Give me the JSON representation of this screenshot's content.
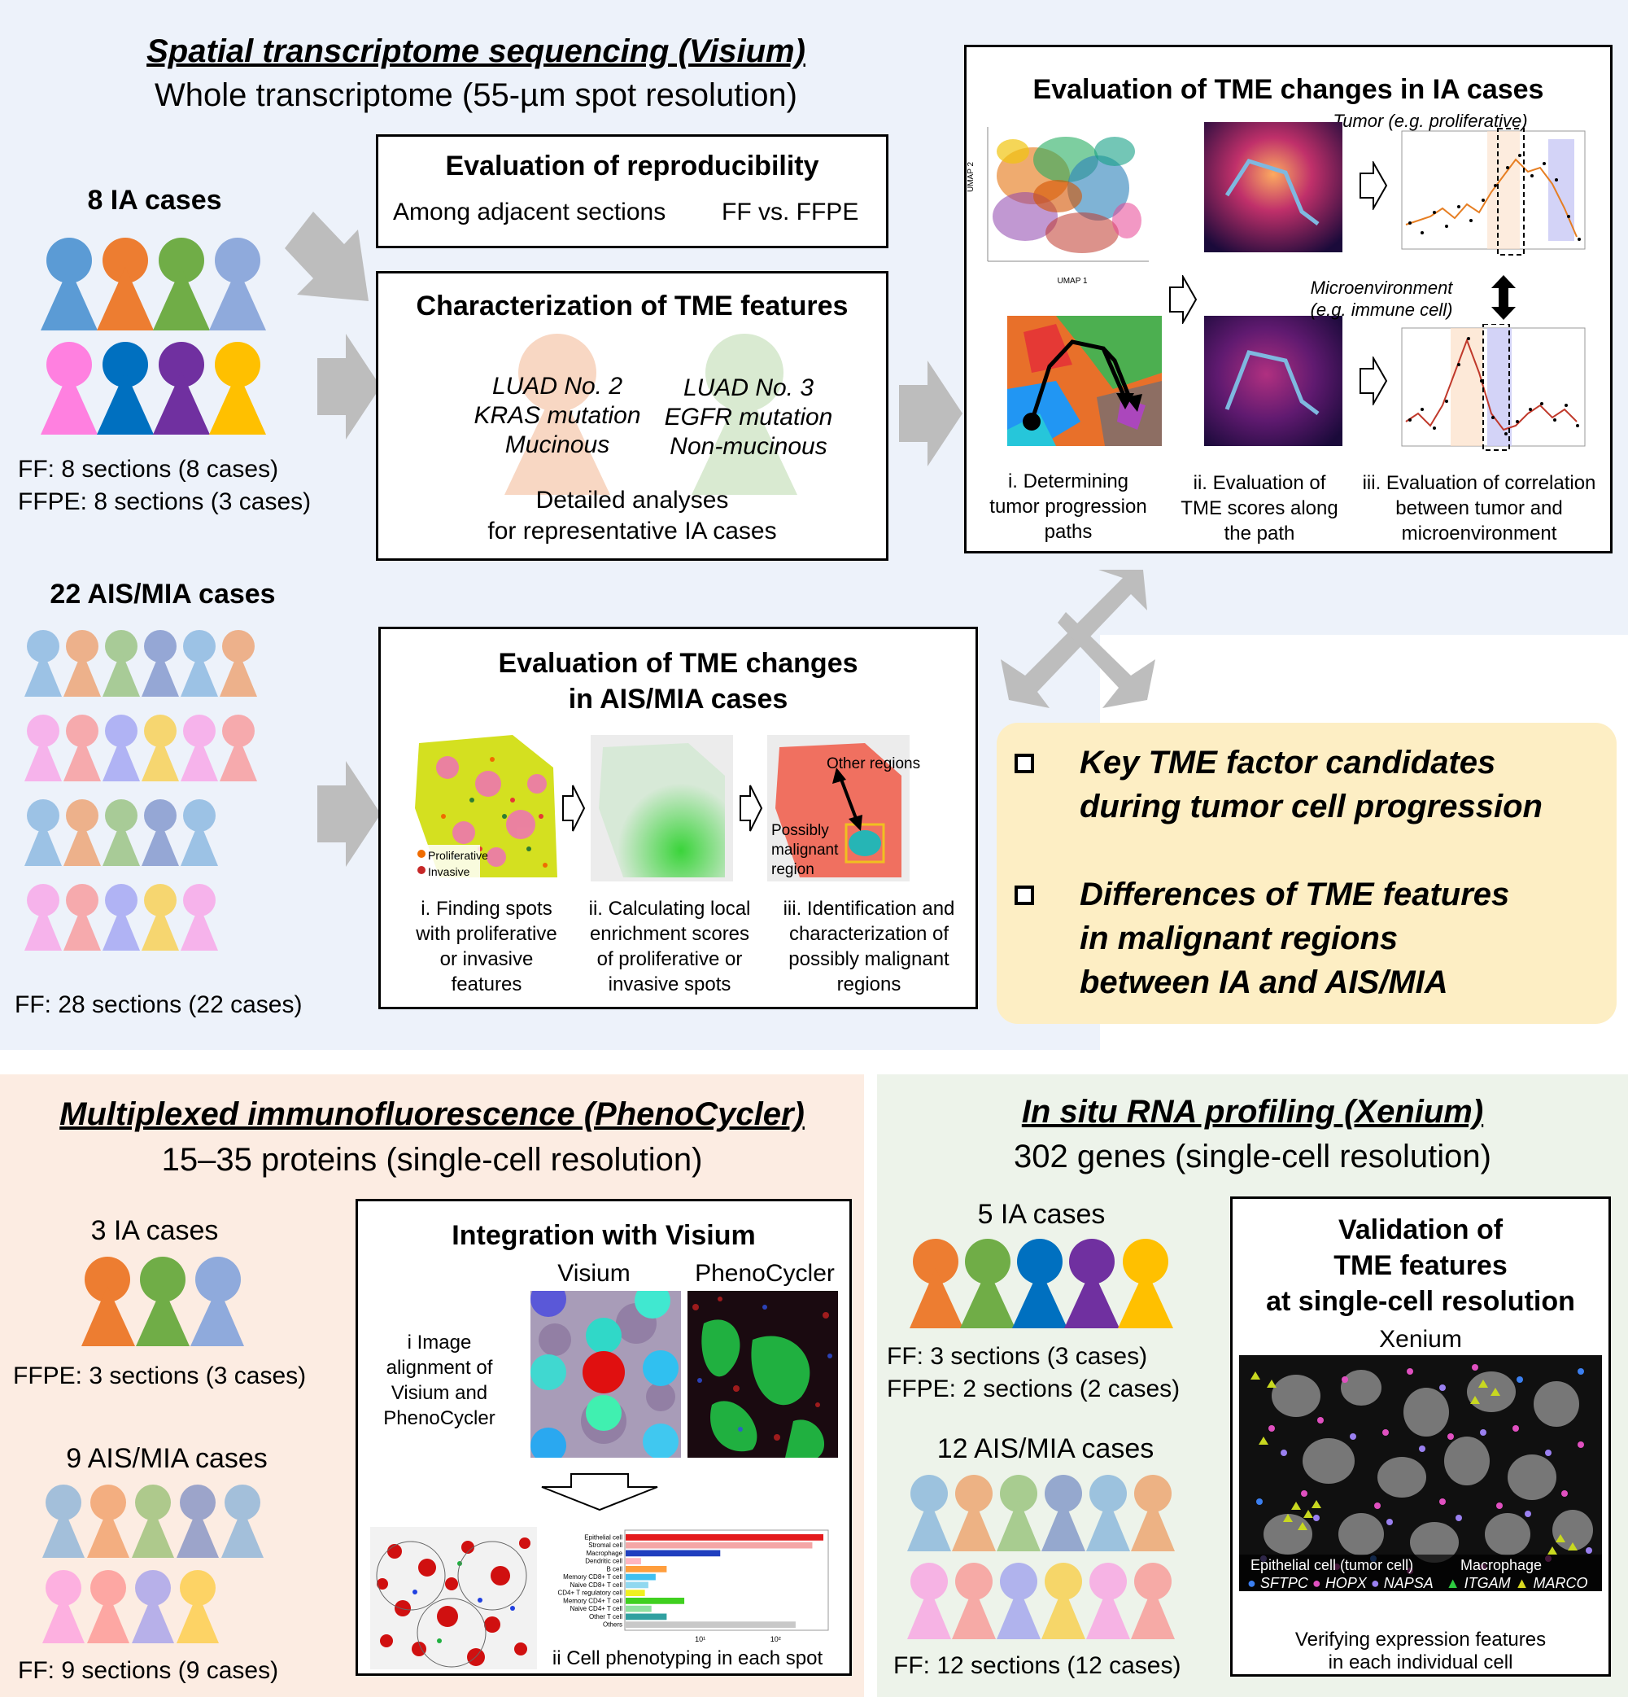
{
  "visium": {
    "title": "Spatial transcriptome sequencing (Visium)",
    "subtitle": "Whole transcriptome (55-µm spot resolution)",
    "ia_cases_label": "8 IA cases",
    "ia_ff": "FF: 8 sections (8 cases)",
    "ia_ffpe": "FFPE: 8 sections (3 cases)",
    "aismia_cases_label": "22 AIS/MIA cases",
    "aismia_ff": "FF: 28 sections (22 cases)",
    "reproducibility": {
      "title": "Evaluation of reproducibility",
      "item1": "Among adjacent sections",
      "item2": "FF vs. FFPE"
    },
    "characterization": {
      "title": "Characterization of TME features",
      "case2_line1": "LUAD No. 2",
      "case2_line2": "KRAS mutation",
      "case2_line3": "Mucinous",
      "case3_line1": "LUAD No. 3",
      "case3_line2": "EGFR mutation",
      "case3_line3": "Non-mucinous",
      "detail_line1": "Detailed analyses",
      "detail_line2": "for representative IA cases"
    },
    "ia_eval": {
      "title": "Evaluation of TME changes in IA cases",
      "tumor_label": "Tumor (e.g. proliferative)",
      "micro_label_line1": "Microenvironment",
      "micro_label_line2": "(e.g. immune cell)",
      "umap_xlabel": "UMAP 1",
      "umap_ylabel": "UMAP 2",
      "step1_line1": "i. Determining",
      "step1_line2": "tumor progression",
      "step1_line3": "paths",
      "step2_line1": "ii. Evaluation of",
      "step2_line2": "TME scores along",
      "step2_line3": "the path",
      "step3_line1": "iii. Evaluation of correlation",
      "step3_line2": "between tumor and",
      "step3_line3": "microenvironment"
    },
    "aismia_eval": {
      "title_line1": "Evaluation of TME changes",
      "title_line2": "in AIS/MIA cases",
      "legend_prolif": "Proliferative",
      "legend_invasive": "Invasive",
      "other_regions": "Other regions",
      "possibly_line1": "Possibly",
      "possibly_line2": "malignant",
      "possibly_line3": "region",
      "step1_line1": "i. Finding spots",
      "step1_line2": "with proliferative",
      "step1_line3": "or invasive",
      "step1_line4": "features",
      "step2_line1": "ii. Calculating local",
      "step2_line2": "enrichment scores",
      "step2_line3": "of proliferative or",
      "step2_line4": "invasive spots",
      "step3_line1": "iii. Identification and",
      "step3_line2": "characterization of",
      "step3_line3": "possibly malignant",
      "step3_line4": "regions"
    }
  },
  "outcomes": {
    "item1_line1": "Key TME factor candidates",
    "item1_line2": "during tumor cell progression",
    "item2_line1": "Differences of TME features",
    "item2_line2": "in malignant regions",
    "item2_line3": "between IA and AIS/MIA"
  },
  "phenocycler": {
    "title": "Multiplexed immunofluorescence (PhenoCycler)",
    "subtitle": "15–35 proteins (single-cell resolution)",
    "ia_cases_label": "3 IA cases",
    "ia_ffpe": "FFPE: 3 sections (3 cases)",
    "aismia_cases_label": "9 AIS/MIA cases",
    "aismia_ff": "FF: 9 sections (9 cases)",
    "integration": {
      "title": "Integration with Visium",
      "visium_label": "Visium",
      "phenocycler_label": "PhenoCycler",
      "align_line1": "i Image",
      "align_line2": "alignment of",
      "align_line3": "Visium and",
      "align_line4": "PhenoCycler",
      "phenotyping": "ii Cell phenotyping in each spot"
    }
  },
  "xenium": {
    "title": "In situ RNA profiling (Xenium)",
    "subtitle": "302 genes (single-cell resolution)",
    "ia_cases_label": "5 IA cases",
    "ia_ff": "FF: 3 sections (3 cases)",
    "ia_ffpe": "FFPE: 2 sections (2 cases)",
    "aismia_cases_label": "12 AIS/MIA cases",
    "aismia_ff": "FF: 12 sections (12 cases)",
    "validation": {
      "title_line1": "Validation of",
      "title_line2": "TME features",
      "title_line3": "at single-cell resolution",
      "xenium_label": "Xenium",
      "epithelial_label": "Epithelial cell (tumor cell)",
      "macrophage_label": "Macrophage",
      "gene_sftpc": "SFTPC",
      "gene_hopx": "HOPX",
      "gene_napsa": "NAPSA",
      "gene_itgam": "ITGAM",
      "gene_marco": "MARCO",
      "verify_line1": "Verifying expression features",
      "verify_line2": "in each individual cell"
    }
  },
  "chart_data": {
    "type": "bar",
    "categories": [
      "Epithelial cell",
      "Stromal cell",
      "Macrophage",
      "Dendritic cell",
      "B cell",
      "Memory CD8+ T cell",
      "Naive CD8+ T cell",
      "CD4+ T regulatory cell",
      "Memory CD4+ T cell",
      "Naive CD4+ T cell",
      "Other T cell",
      "Others"
    ],
    "values": [
      420,
      300,
      18,
      1.6,
      3.5,
      2.5,
      2,
      1.8,
      6,
      2.2,
      3.5,
      180
    ],
    "colors": [
      "#e41a1c",
      "#f4a6a6",
      "#1f3fbf",
      "#ffb6c1",
      "#ff9e3d",
      "#40c0f0",
      "#90d8f0",
      "#f0f020",
      "#40d020",
      "#90e0a0",
      "#30a0a0",
      "#c8c8c8"
    ],
    "xscale": "log",
    "xticks": [
      "10¹",
      "10²"
    ]
  },
  "colors": {
    "visium_bg": "#edf2fa",
    "phenocycler_bg": "#fcece2",
    "xenium_bg": "#edf3ea",
    "outcome_bg": "#fdeec4",
    "arrow_gray": "#bdbdbd"
  }
}
